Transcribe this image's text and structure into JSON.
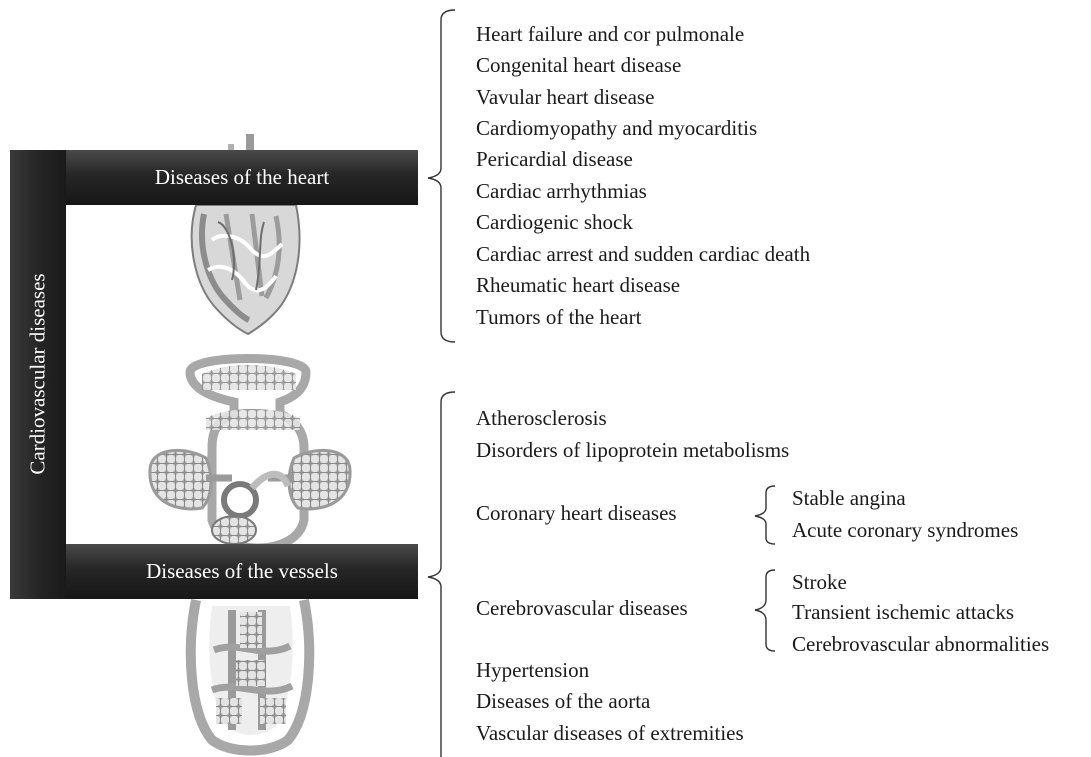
{
  "root_label": "Cardiovascular diseases",
  "heart": {
    "label": "Diseases of the heart",
    "items": [
      "Heart failure and cor pulmonale",
      "Congenital heart disease",
      "Vavular heart disease",
      "Cardiomyopathy and myocarditis",
      "Pericardial disease",
      "Cardiac arrhythmias",
      "Cardiogenic shock",
      "Cardiac arrest and sudden cardiac death",
      "Rheumatic heart disease",
      "Tumors of the heart"
    ]
  },
  "vessels": {
    "label": "Diseases of the vessels",
    "items": [
      "Atherosclerosis",
      "Disorders of lipoprotein metabolisms",
      "Coronary heart diseases",
      "Cerebrovascular diseases",
      "Hypertension",
      "Diseases of the aorta",
      "Vascular diseases of extremities"
    ],
    "coronary_sub": [
      "Stable angina",
      "Acute coronary syndromes"
    ],
    "cerebro_sub": [
      "Stroke",
      "Transient ischemic attacks",
      "Cerebrovascular abnormalities"
    ]
  },
  "colors": {
    "bar_dark": "#1e1e1e",
    "illustration_gray": "#9a9a9a",
    "text": "#1a1a1a"
  },
  "icons": [
    "heart-illustration",
    "circulatory-system-illustration"
  ]
}
